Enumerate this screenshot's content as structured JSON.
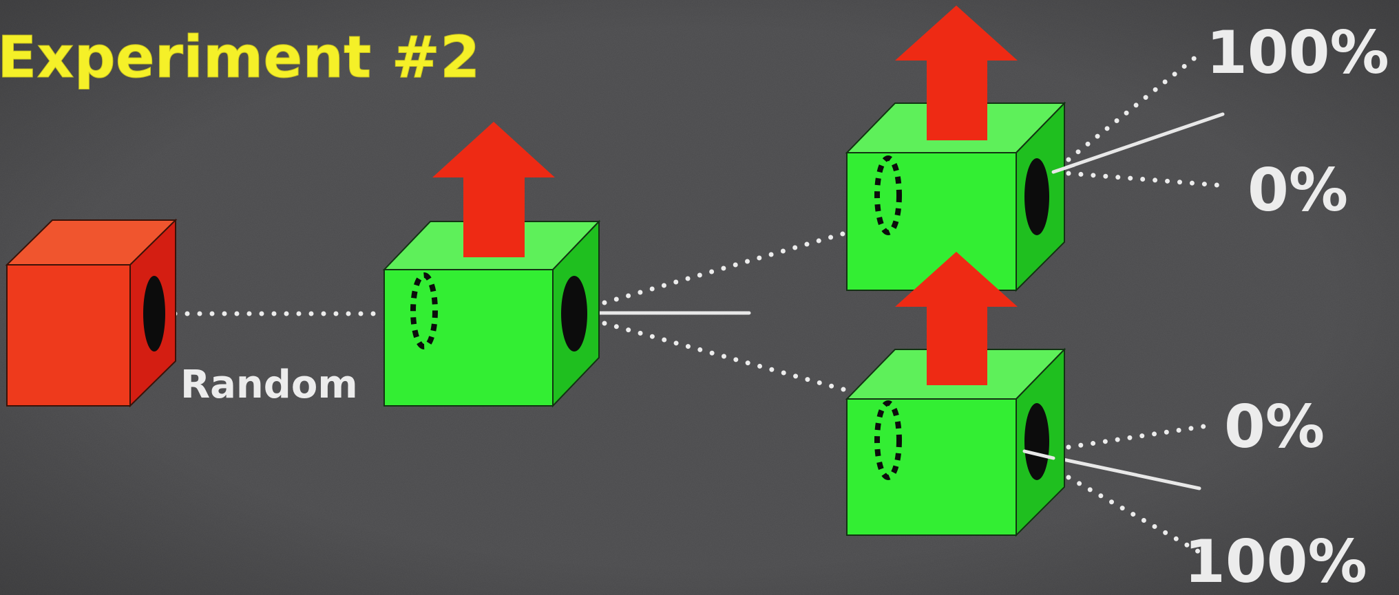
{
  "title": "Experiment #2",
  "source_label": "Random",
  "outcomes": {
    "upper_top": "100%",
    "upper_bottom": "0%",
    "lower_top": "0%",
    "lower_bottom": "100%"
  },
  "colors": {
    "background": "#4b4b4d",
    "title": "#f5f028",
    "label": "#ececec",
    "source_box": "#ee3a1c",
    "detector_box": "#33ee33",
    "arrow": "#ee2a14"
  },
  "icons": {
    "source": "red-box-icon",
    "detector": "green-box-icon",
    "arrow": "up-arrow-icon"
  }
}
